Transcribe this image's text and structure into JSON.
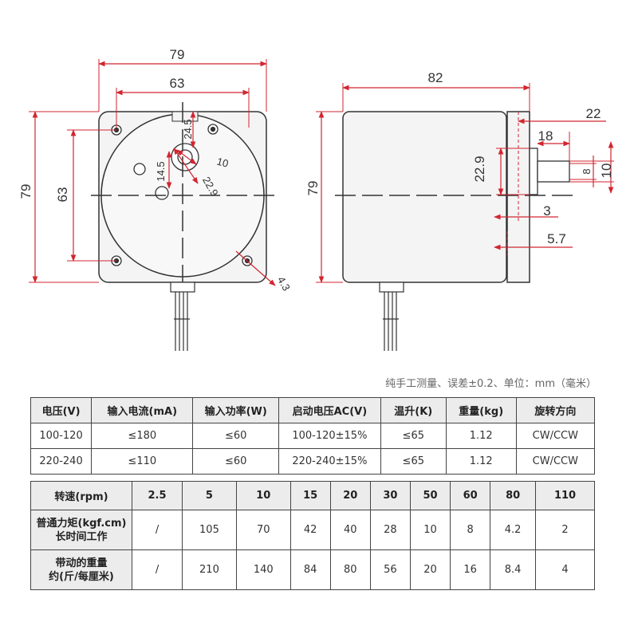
{
  "drawing": {
    "front_view": {
      "width_outer": "79",
      "width_holes": "63",
      "height_outer": "79",
      "height_holes": "63",
      "shaft_boss_height": "24.5",
      "hub_offset": "14.5",
      "shaft_circle": "10",
      "hub_circle": "22.9",
      "mount_hole": "4.3"
    },
    "side_view": {
      "length": "82",
      "height": "79",
      "shaft_total": "22",
      "shaft_flat": "18",
      "boss_dia": "22.9",
      "shaft_flat_dia": "8",
      "shaft_dia": "10",
      "boss_thickness": "3",
      "flange_thickness": "5.7"
    },
    "line_color": "#d22630",
    "outline_color": "#333333",
    "body_fill": "#f4f4f4"
  },
  "note": "纯手工测量、误差±0.2、单位：mm（毫米）",
  "spec_table": {
    "headers": [
      "电压(V)",
      "输入电流(mA)",
      "输入功率(W)",
      "启动电压AC(V)",
      "温升(K)",
      "重量(kg)",
      "旋转方向"
    ],
    "rows": [
      [
        "100-120",
        "≤180",
        "≤60",
        "100-120±15%",
        "≤65",
        "1.12",
        "CW/CCW"
      ],
      [
        "220-240",
        "≤110",
        "≤60",
        "220-240±15%",
        "≤65",
        "1.12",
        "CW/CCW"
      ]
    ]
  },
  "speed_table": {
    "header_label": "转速(rpm)",
    "speeds": [
      "2.5",
      "5",
      "10",
      "15",
      "20",
      "30",
      "50",
      "60",
      "80",
      "110"
    ],
    "torque_label_1": "普通力矩(kgf.cm)",
    "torque_label_2": "长时间工作",
    "torque": [
      "/",
      "105",
      "70",
      "42",
      "40",
      "28",
      "10",
      "8",
      "4.2",
      "2"
    ],
    "load_label_1": "带动的重量",
    "load_label_2": "约(斤/每厘米)",
    "load": [
      "/",
      "210",
      "140",
      "84",
      "80",
      "56",
      "20",
      "16",
      "8.4",
      "4"
    ]
  }
}
